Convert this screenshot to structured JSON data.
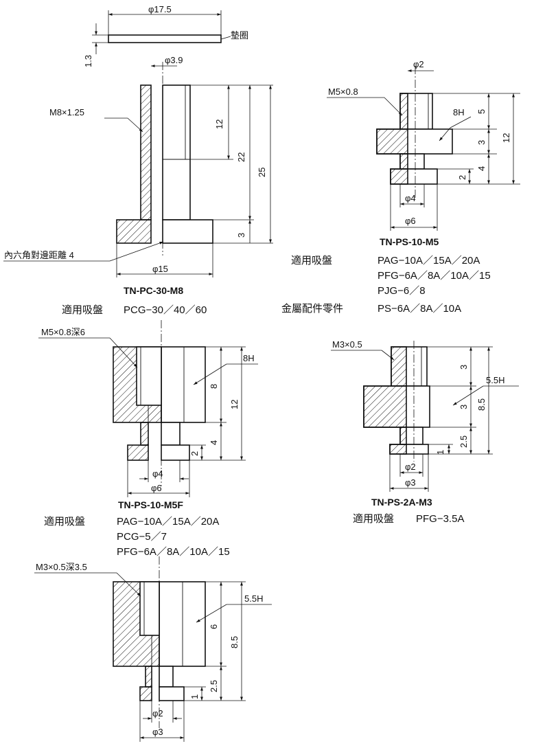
{
  "parts": {
    "tn_pc_30_m8": {
      "model": "TN-PC-30-M8",
      "washer": {
        "diameter": "φ17.5",
        "thickness": "1.3",
        "label": "墊圈"
      },
      "bore": "φ3.9",
      "thread": "M8×1.25",
      "thread_length": "12",
      "body_length": "22",
      "total_length": "25",
      "flange_thickness": "3",
      "hex_socket": "內六角對邊距離 4",
      "flange_diameter": "φ15",
      "suction_label": "適用吸盤",
      "suction_cups": "PCG−30／40／60"
    },
    "tn_ps_10_m5": {
      "model": "TN-PS-10-M5",
      "thread": "M5×0.8",
      "bore": "φ2",
      "hex": "8H",
      "dim_5": "5",
      "dim_3": "3",
      "dim_4": "4",
      "dim_2": "2",
      "dim_12": "12",
      "bore_outer": "φ4",
      "flange": "φ6",
      "suction_label": "適用吸盤",
      "suction_cups": [
        "PAG−10A／15A／20A",
        "PFG−6A／8A／10A／15",
        "PJG−6／8"
      ],
      "metal_label": "金屬配件零件",
      "metal_parts": "PS−6A／8A／10A"
    },
    "tn_ps_10_m5f": {
      "model": "TN-PS-10-M5F",
      "thread": "M5×0.8深6",
      "hex": "8H",
      "dim_8": "8",
      "dim_12": "12",
      "dim_4": "4",
      "dim_2": "2",
      "bore_outer": "φ4",
      "flange": "φ6",
      "suction_label": "適用吸盤",
      "suction_cups": [
        "PAG−10A／15A／20A",
        "PCG−5／7",
        "PFG−6A／8A／10A／15"
      ]
    },
    "tn_ps_2a_m3": {
      "model": "TN-PS-2A-M3",
      "thread": "M3×0.5",
      "hex": "5.5H",
      "dim_3a": "3",
      "dim_3b": "3",
      "dim_85": "8.5",
      "dim_25": "2.5",
      "dim_1": "1",
      "bore": "φ2",
      "flange": "φ3",
      "suction_label": "適用吸盤",
      "suction_cups": "PFG−3.5A"
    },
    "bottom_part": {
      "thread": "M3×0.5深3.5",
      "hex": "5.5H",
      "dim_6": "6",
      "dim_85": "8.5",
      "dim_25": "2.5",
      "dim_1": "1",
      "bore": "φ2",
      "flange": "φ3"
    }
  }
}
